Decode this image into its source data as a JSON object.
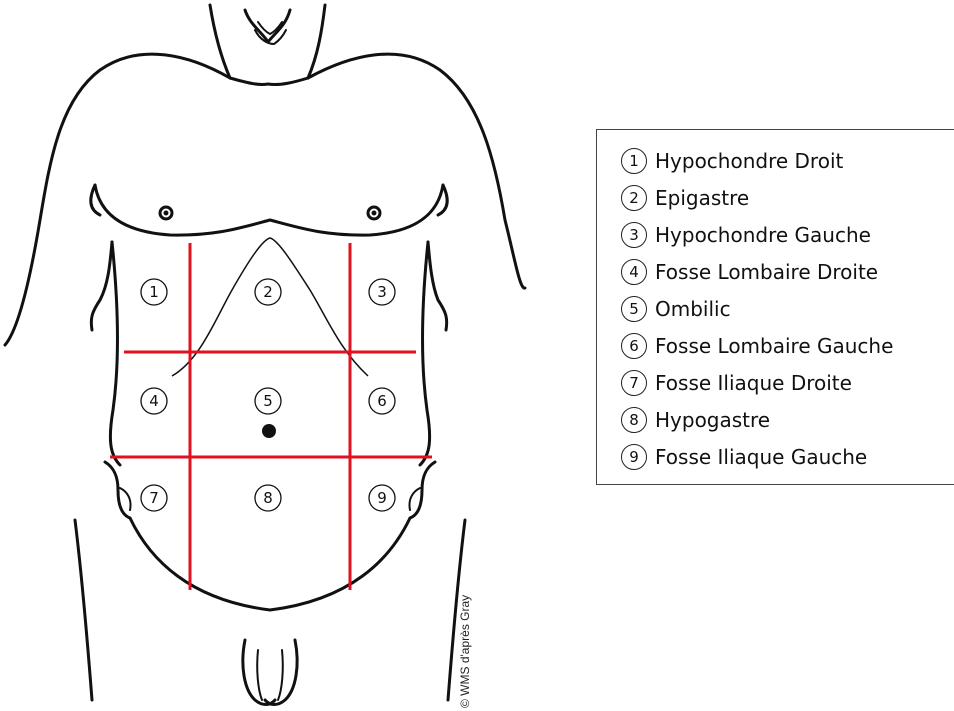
{
  "colors": {
    "grid_line": "#e0121f",
    "outline": "#111111"
  },
  "regions": [
    {
      "number": "1",
      "name": "Hypochondre Droit"
    },
    {
      "number": "2",
      "name": "Epigastre"
    },
    {
      "number": "3",
      "name": "Hypochondre Gauche"
    },
    {
      "number": "4",
      "name": "Fosse Lombaire Droite"
    },
    {
      "number": "5",
      "name": "Ombilic"
    },
    {
      "number": "6",
      "name": "Fosse Lombaire Gauche"
    },
    {
      "number": "7",
      "name": "Fosse Iliaque Droite"
    },
    {
      "number": "8",
      "name": "Hypogastre"
    },
    {
      "number": "9",
      "name": "Fosse Iliaque Gauche"
    }
  ],
  "credit": "© WMS d'après Gray"
}
